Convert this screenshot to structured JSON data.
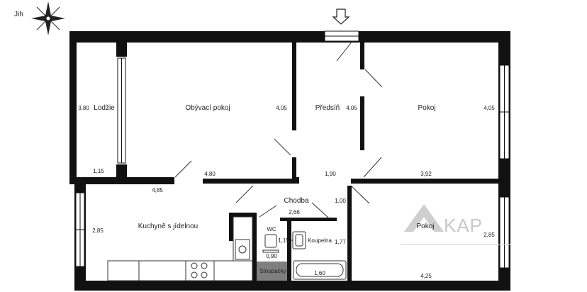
{
  "compass": {
    "label": "Jih"
  },
  "rooms": {
    "lodzie": "Lodžie",
    "obyvaci": "Obývací pokoj",
    "predsin": "Předsíň",
    "pokoj_top": "Pokoj",
    "chodba": "Chodba",
    "kuchyne": "Kuchyně s jídelnou",
    "wc": "WC",
    "koupelna": "Koupelna",
    "stoupacky": "Stoupačky",
    "pokoj_bottom": "Pokoj"
  },
  "dimensions": {
    "lodzie_h": "3,80",
    "lodzie_w": "1,15",
    "obyvaci_h": "4,05",
    "obyvaci_w": "4,80",
    "predsin_h": "4,05",
    "predsin_w": "1,90",
    "pokoj_top_h": "4,05",
    "pokoj_top_w": "3,92",
    "kuchyne_w": "4,85",
    "kuchyne_h": "2,85",
    "chodba_w": "2,66",
    "chodba_h": "1,00",
    "wc_h": "1,15",
    "wc_w": "0,90",
    "koupelna_h": "1,77",
    "koupelna_w": "1,60",
    "pokoj_bottom_h": "2,85",
    "pokoj_bottom_w": "4,25"
  },
  "brand": {
    "text": "KAP"
  },
  "colors": {
    "wall": "#111111",
    "stoupacky": "#7f7f7f",
    "window": "#ffffff"
  }
}
